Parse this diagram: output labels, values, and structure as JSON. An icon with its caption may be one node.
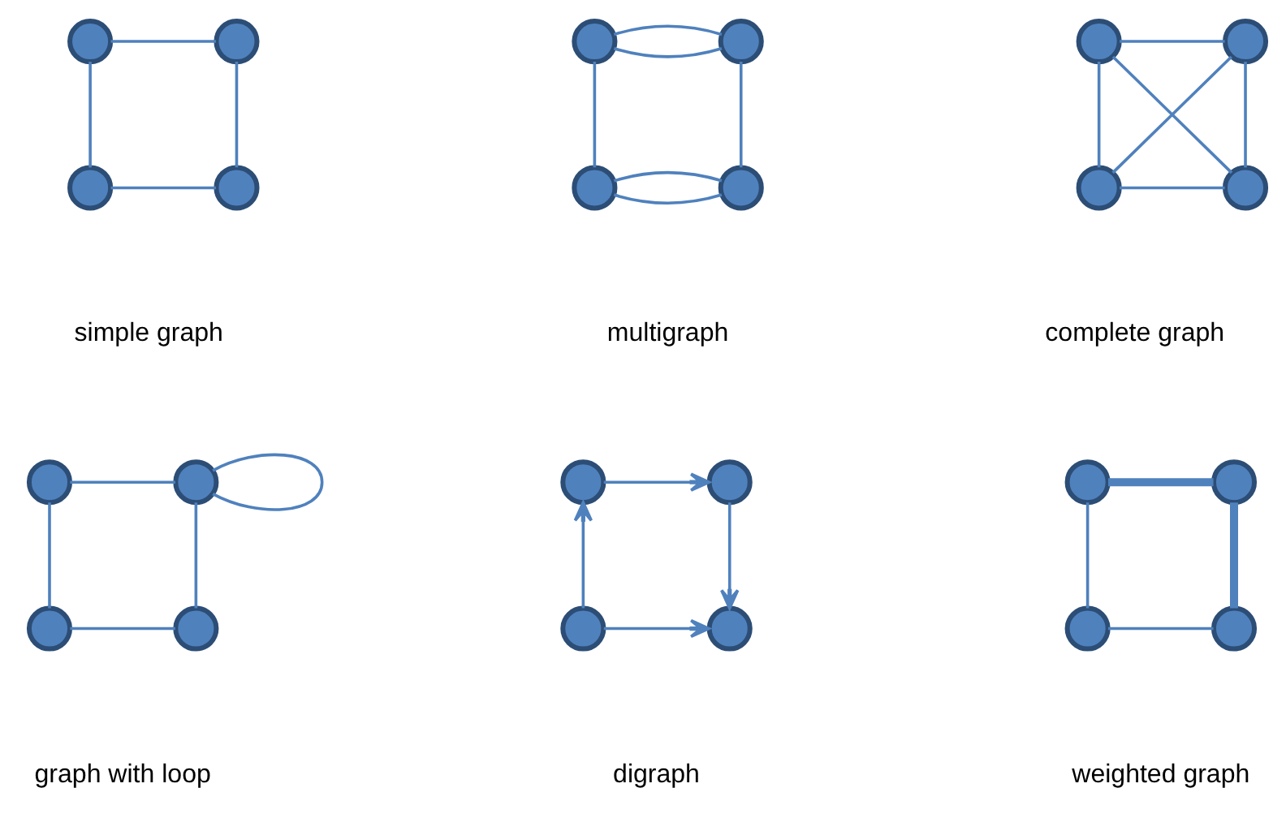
{
  "diagram": {
    "nodes": [
      {
        "text": [],
        "shape": "circle"
      },
      {
        "text": [],
        "shape": "circle"
      },
      {
        "text": [],
        "shape": "circle"
      },
      {
        "text": [],
        "shape": "circle"
      },
      {
        "text": [],
        "shape": "circle"
      },
      {
        "text": [],
        "shape": "circle"
      },
      {
        "text": [],
        "shape": "circle"
      },
      {
        "text": [],
        "shape": "circle"
      },
      {
        "text": [],
        "shape": "circle"
      },
      {
        "text": [],
        "shape": "circle"
      },
      {
        "text": [],
        "shape": "circle"
      },
      {
        "text": [],
        "shape": "circle"
      },
      {
        "text": [],
        "shape": "circle"
      },
      {
        "text": [],
        "shape": "circle"
      },
      {
        "text": [],
        "shape": "circle"
      },
      {
        "text": [],
        "shape": "circle"
      },
      {
        "text": [],
        "shape": "circle"
      },
      {
        "text": [],
        "shape": "circle"
      },
      {
        "text": [],
        "shape": "circle"
      },
      {
        "text": [],
        "shape": "circle"
      },
      {
        "text": [],
        "shape": "circle"
      },
      {
        "text": [],
        "shape": "circle"
      },
      {
        "text": [],
        "shape": "circle"
      },
      {
        "text": [],
        "shape": "circle"
      }
    ],
    "edges": [
      {
        "from": 0,
        "to": 1,
        "arrow": "none"
      },
      {
        "from": 0,
        "to": 2,
        "arrow": "none"
      },
      {
        "from": 1,
        "to": 3,
        "arrow": "none"
      },
      {
        "from": 2,
        "to": 3,
        "arrow": "none"
      },
      {
        "from": 4,
        "to": 5,
        "arrow": "none"
      },
      {
        "from": 4,
        "to": 5,
        "arrow": "none"
      },
      {
        "from": 4,
        "to": 6,
        "arrow": "none"
      },
      {
        "from": 5,
        "to": 7,
        "arrow": "none"
      },
      {
        "from": 6,
        "to": 7,
        "arrow": "none"
      },
      {
        "from": 6,
        "to": 7,
        "arrow": "none"
      },
      {
        "from": 8,
        "to": 9,
        "arrow": "none"
      },
      {
        "from": 8,
        "to": 10,
        "arrow": "none"
      },
      {
        "from": 9,
        "to": 11,
        "arrow": "none"
      },
      {
        "from": 10,
        "to": 11,
        "arrow": "none"
      },
      {
        "from": 8,
        "to": 11,
        "arrow": "none"
      },
      {
        "from": 9,
        "to": 10,
        "arrow": "none"
      },
      {
        "from": 12,
        "to": 13,
        "arrow": "none"
      },
      {
        "from": 13,
        "to": 13,
        "arrow": "none"
      },
      {
        "from": 12,
        "to": 14,
        "arrow": "none"
      },
      {
        "from": 13,
        "to": 15,
        "arrow": "none"
      },
      {
        "from": 14,
        "to": 15,
        "arrow": "none"
      },
      {
        "from": 16,
        "to": 17,
        "arrow": "to"
      },
      {
        "from": 18,
        "to": 16,
        "arrow": "to"
      },
      {
        "from": 17,
        "to": 19,
        "arrow": "to"
      },
      {
        "from": 18,
        "to": 19,
        "arrow": "to"
      },
      {
        "from": 20,
        "to": 21,
        "arrow": "none",
        "style": "thick"
      },
      {
        "from": 20,
        "to": 22,
        "arrow": "none"
      },
      {
        "from": 21,
        "to": 23,
        "arrow": "none",
        "style": "thick"
      },
      {
        "from": 22,
        "to": 23,
        "arrow": "none"
      }
    ],
    "labels": [
      "simple graph",
      "multigraph",
      "complete graph",
      "graph with loop",
      "digraph",
      "weighted graph"
    ]
  }
}
